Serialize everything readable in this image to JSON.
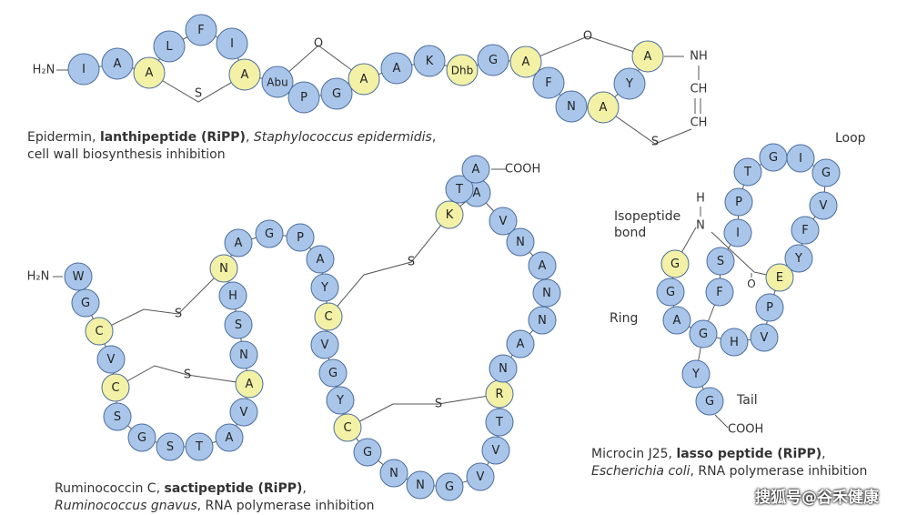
{
  "colors": {
    "residue_blue": "#a9c6ea",
    "residue_yellow": "#f3f1a6",
    "outline": "#4b6d9c",
    "bond": "#555555"
  },
  "epidermin": {
    "residues": [
      "I",
      "A",
      "A",
      "L",
      "F",
      "I",
      "A",
      "Abu",
      "P",
      "G",
      "A",
      "A",
      "K",
      "Dhb",
      "G",
      "A",
      "F",
      "N",
      "A",
      "Y",
      "A"
    ],
    "highlighted": [
      2,
      6,
      10,
      13,
      15,
      18,
      20
    ],
    "nterm": "H₂N",
    "atoms": {
      "s1": "S",
      "o1": "O",
      "o2": "O",
      "nh": "NH",
      "ch1": "CH",
      "ch2": "CH",
      "s2": "S"
    },
    "caption": {
      "part1": "Epidermin, ",
      "bold": "lanthipeptide (RiPP)",
      "sep": ", ",
      "italic": "Staphylococcus epidermidis",
      "part2": ",",
      "line2": "cell wall biosynthesis inhibition"
    }
  },
  "ruminococcin": {
    "residues": [
      "W",
      "G",
      "C",
      "V",
      "C",
      "S",
      "G",
      "S",
      "T",
      "A",
      "V",
      "A",
      "N",
      "S",
      "H",
      "N",
      "A",
      "G",
      "P",
      "A",
      "Y",
      "C",
      "V",
      "G",
      "Y",
      "C",
      "G",
      "N",
      "N",
      "G",
      "V",
      "V",
      "T",
      "R",
      "N",
      "A",
      "N",
      "N",
      "A",
      "N",
      "V",
      "A",
      "K",
      "T",
      "A"
    ],
    "highlighted": [
      2,
      4,
      11,
      15,
      21,
      25,
      33,
      42
    ],
    "nterm": "H₂N",
    "cterm": "COOH",
    "sulfur": [
      "S",
      "S",
      "S",
      "S"
    ],
    "caption": {
      "part1": "Ruminococcin C, ",
      "bold": "sactipeptide (RiPP)",
      "part2": ",",
      "italic2": "Ruminococcus gnavus",
      "part3": ", RNA polymerase inhibition"
    }
  },
  "microcin": {
    "residues": [
      "G",
      "G",
      "A",
      "G",
      "H",
      "V",
      "P",
      "E",
      "Y",
      "F",
      "V",
      "G",
      "I",
      "G",
      "T",
      "P",
      "I",
      "S",
      "F",
      "Y",
      "G"
    ],
    "highlighted": [
      0,
      7
    ],
    "cterm": "COOH",
    "atoms": {
      "h": "H",
      "n": "N",
      "o": "O"
    },
    "labels": {
      "loop": "Loop",
      "isopeptide1": "Isopeptide",
      "isopeptide2": "bond",
      "ring": "Ring",
      "tail": "Tail"
    },
    "caption": {
      "part1": "Microcin J25, ",
      "bold": "lasso peptide (RiPP)",
      "sep": ",",
      "italic": "Escherichia coli",
      "part2": ", RNA polymerase inhibition"
    }
  },
  "watermark": "搜狐号@谷禾健康"
}
